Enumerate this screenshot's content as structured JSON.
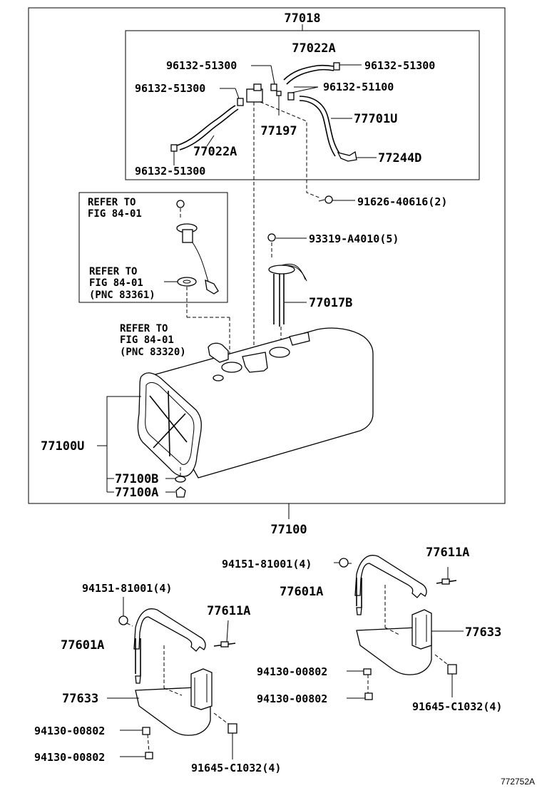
{
  "labels": {
    "l77018": "77018",
    "l77022a_top": "77022A",
    "l96132_51300_a": "96132-51300",
    "l96132_51300_b": "96132-51300",
    "l96132_51300_c": "96132-51300",
    "l96132_51100": "96132-51100",
    "l77701u": "77701U",
    "l77197": "77197",
    "l77022a_bot": "77022A",
    "l77244d": "77244D",
    "l96132_51300_d": "96132-51300",
    "l91626": "91626-40616(2)",
    "l93319": "93319-A4010(5)",
    "l77017b": "77017B",
    "ref1_a": "REFER TO",
    "ref1_b": "FIG 84-01",
    "ref2_a": "REFER TO",
    "ref2_b": "FIG 84-01",
    "ref2_c": "(PNC 83361)",
    "ref3_a": "REFER TO",
    "ref3_b": "FIG 84-01",
    "ref3_c": "(PNC 83320)",
    "l77100u": "77100U",
    "l77100b": "77100B",
    "l77100a": "77100A",
    "l77100": "77100",
    "l94151_right": "94151-81001(4)",
    "l77611a_right": "77611A",
    "l77601a_right": "77601A",
    "l77633_right": "77633",
    "l94130_r1": "94130-00802",
    "l94130_r2": "94130-00802",
    "l91645_right": "91645-C1032(4)",
    "l94151_left": "94151-81001(4)",
    "l77611a_left": "77611A",
    "l77601a_left": "77601A",
    "l77633_left": "77633",
    "l94130_l1": "94130-00802",
    "l94130_l2": "94130-00802",
    "l91645_left": "91645-C1032(4)",
    "diagram_code": "772752A"
  }
}
